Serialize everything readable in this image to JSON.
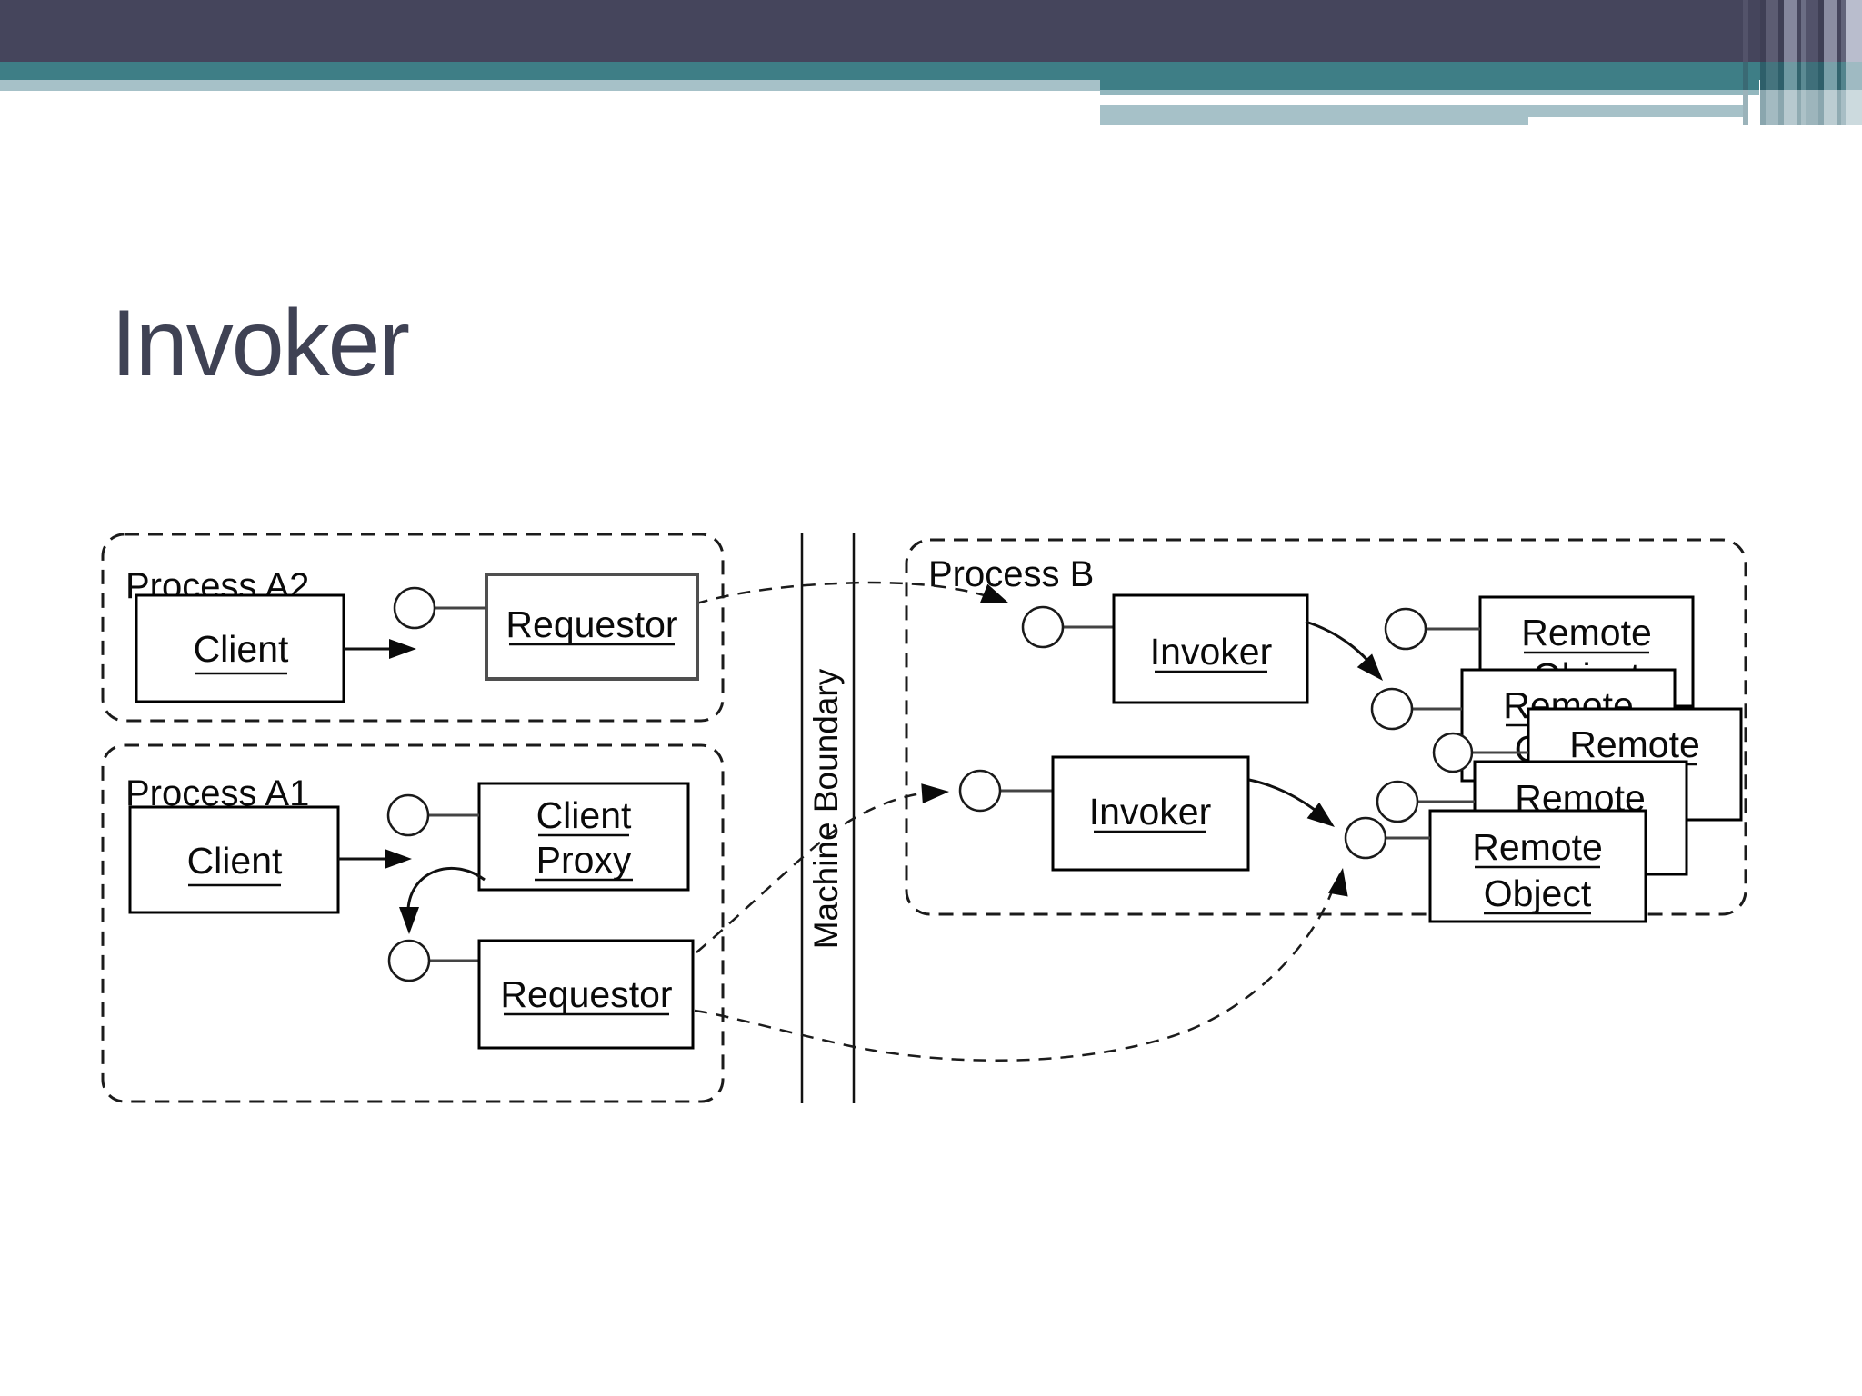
{
  "slide": {
    "title": "Invoker",
    "theme": {
      "header_dark": "#45455C",
      "header_teal": "#3E7E86",
      "header_light": "#A6C1C8",
      "title_color": "#3F4254",
      "diagram_ink": "#0A0A0A"
    }
  },
  "diagram": {
    "process_a2": {
      "label": "Process A2",
      "client": "Client",
      "requestor": "Requestor"
    },
    "process_a1": {
      "label": "Process A1",
      "client": "Client",
      "proxy_line1": "Client",
      "proxy_line2": "Proxy",
      "requestor": "Requestor"
    },
    "boundary": {
      "label": "Machine Boundary"
    },
    "process_b": {
      "label": "Process B",
      "invoker_top": "Invoker",
      "invoker_bottom": "Invoker",
      "remote_word1": "Remote",
      "remote_word2": "Object"
    }
  }
}
